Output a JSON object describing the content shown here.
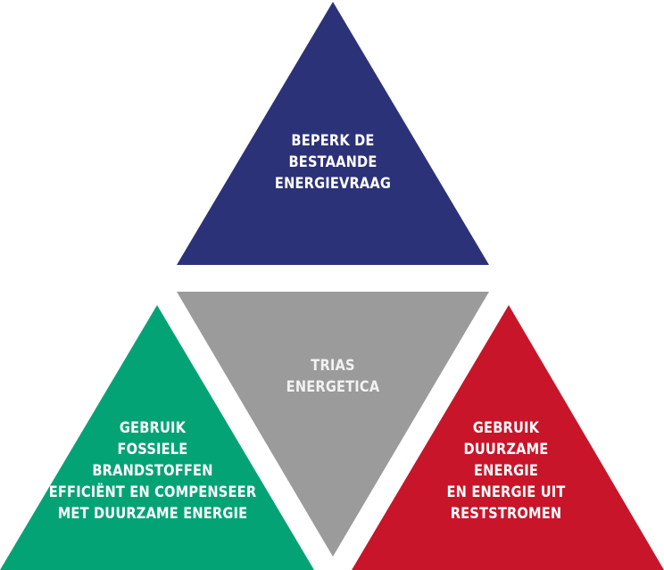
{
  "colors": {
    "top": "#2c3277",
    "center": "#9b9b9b",
    "left": "#04a376",
    "right": "#c8152a",
    "text": "#ffffff"
  },
  "triangles": {
    "top": {
      "lines": [
        "BEPERK DE",
        "BESTAANDE",
        "ENERGIEVRAAG"
      ]
    },
    "center": {
      "lines": [
        "TRIAS",
        "ENERGETICA"
      ]
    },
    "left": {
      "lines": [
        "GEBRUIK",
        "FOSSIELE",
        "BRANDSTOFFEN",
        "EFFICIËNT EN COMPENSEER",
        "MET DUURZAME ENERGIE"
      ]
    },
    "right": {
      "lines": [
        "GEBRUIK",
        "DUURZAME",
        "ENERGIE",
        "EN ENERGIE UIT",
        "RESTSTROMEN"
      ]
    }
  }
}
